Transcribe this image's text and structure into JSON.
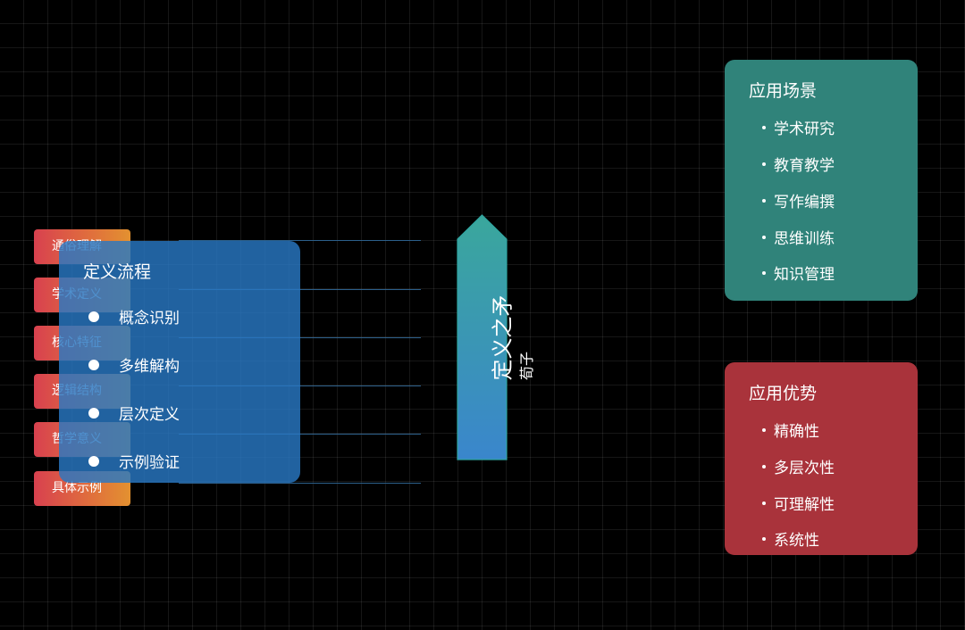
{
  "center": {
    "arrow_label": "定义之矛",
    "author": "荀子"
  },
  "tags": [
    "通俗理解",
    "学术定义",
    "核心特征",
    "逻辑结构",
    "哲学意义",
    "具体示例"
  ],
  "process": {
    "title": "定义流程",
    "steps": [
      "概念识别",
      "多维解构",
      "层次定义",
      "示例验证"
    ]
  },
  "scenarios": {
    "title": "应用场景",
    "items": [
      "学术研究",
      "教育教学",
      "写作编撰",
      "思维训练",
      "知识管理"
    ]
  },
  "advantages": {
    "title": "应用优势",
    "items": [
      "精确性",
      "多层次性",
      "可理解性",
      "系统性"
    ]
  },
  "colors": {
    "background": "#000000",
    "process_panel": "#2878c3",
    "tag_gradient_start": "#d8414f",
    "tag_gradient_end": "#e39130",
    "arrow_top": "#3aa79c",
    "arrow_bottom": "#3a86cc",
    "scenarios_card": "#30837a",
    "advantages_card": "#a9333b"
  }
}
